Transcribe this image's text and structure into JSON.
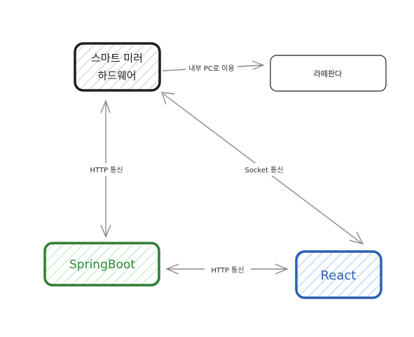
{
  "nodes": {
    "smart_mirror": {
      "line1": "스마트 미러",
      "line2": "하드웨어",
      "stroke": "#1e1e1e",
      "hatch": "#c7c7c7"
    },
    "raspberry": {
      "label": "라떼판다",
      "stroke": "#1e1e1e"
    },
    "springboot": {
      "label": "SpringBoot",
      "stroke": "#2f7d32",
      "text": "#2f8a3a",
      "hatch": "#b6e2b8"
    },
    "react": {
      "label": "React",
      "stroke": "#2b5fb3",
      "text": "#2b5fb3",
      "hatch": "#9cc7f2"
    }
  },
  "edges": {
    "internal_pc": "내부 PC로 이용",
    "http_vertical": "HTTP 통신",
    "socket": "Socket 통신",
    "http_horizontal": "HTTP 통신"
  },
  "colors": {
    "arrow": "#8a8a8a"
  }
}
